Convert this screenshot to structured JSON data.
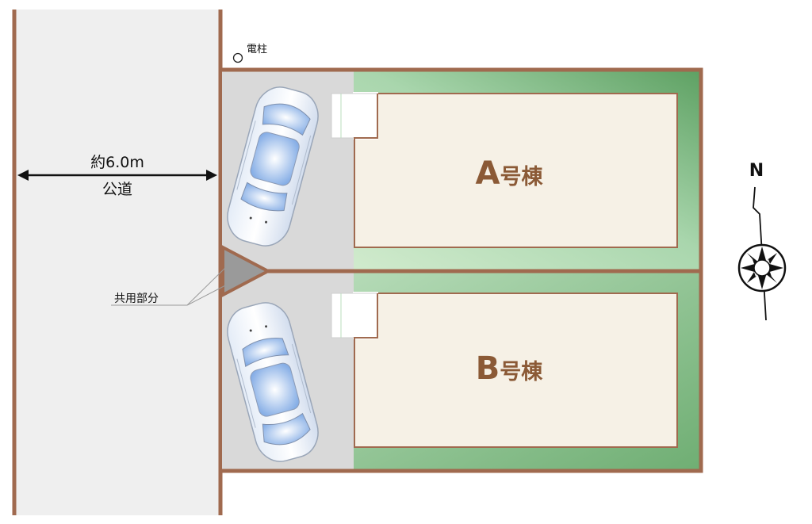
{
  "road": {
    "width_label": "約6.0m",
    "name_label": "公道"
  },
  "utility_pole_label": "電柱",
  "shared_area_label": "共用部分",
  "building_a": {
    "letter": "A",
    "suffix": "号棟"
  },
  "building_b": {
    "letter": "B",
    "suffix": "号棟"
  },
  "compass": {
    "north_label": "N"
  },
  "colors": {
    "boundary": "#a06a4f",
    "road_fill": "#efefef",
    "parking_fill": "#d9d9d9",
    "garden_light": "#c3e3c6",
    "garden_dark": "#5ea163",
    "house_fill": "#f6f1e6",
    "label_brown": "#8b5a36",
    "car_body": "#f4f7fb",
    "car_glass": "#8fb2e6"
  }
}
